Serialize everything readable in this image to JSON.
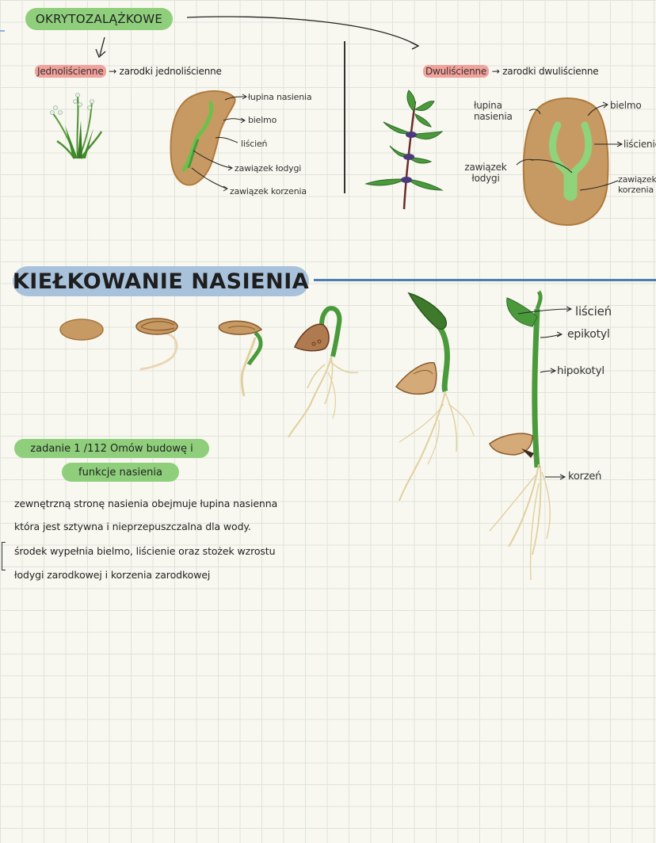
{
  "top": {
    "title": "OKRYTOZALĄŻKOWE",
    "left_group": {
      "term": "Jednoliścienne",
      "desc": "zarodki jednoliścienne"
    },
    "right_group": {
      "term": "Dwuliścienne",
      "desc": "zarodki dwuliścienne"
    },
    "monocot_labels": [
      "łupina nasienia",
      "bielmo",
      "liścień",
      "zawiązek łodygi",
      "zawiązek korzenia"
    ],
    "dicot_labels": {
      "seed_coat": "łupina nasienia",
      "endosperm": "bielmo",
      "cotyledons": "liścienie",
      "stem_bud": "zawiązek łodygi",
      "root_bud": "zawiązek korzenia"
    }
  },
  "germination": {
    "title": "KIEŁKOWANIE NASIENIA",
    "labels": [
      "liścień",
      "epikotyl",
      "hipokotyl",
      "korzeń"
    ]
  },
  "task": {
    "line1": "zadanie 1 /112 Omów budowę i",
    "line2": "funkcje nasienia",
    "text": [
      "zewnętrzną stronę nasienia obejmuje łupina nasienna",
      "która jest sztywna i nieprzepuszczalna dla wody.",
      "środek wypełnia bielmo, liścienie oraz stożek wzrostu",
      "łodygi zarodkowej i korzenia zarodkowej"
    ]
  },
  "colors": {
    "green_pill": "#8fcf7c",
    "blue_pill": "#a9c2dc",
    "blue_line": "#4a7fb0",
    "pink_mark": "#f2a19b",
    "seed_brown": "#c79a64",
    "plant_green": "#4a9a3c",
    "root_tan": "#dcc299"
  }
}
